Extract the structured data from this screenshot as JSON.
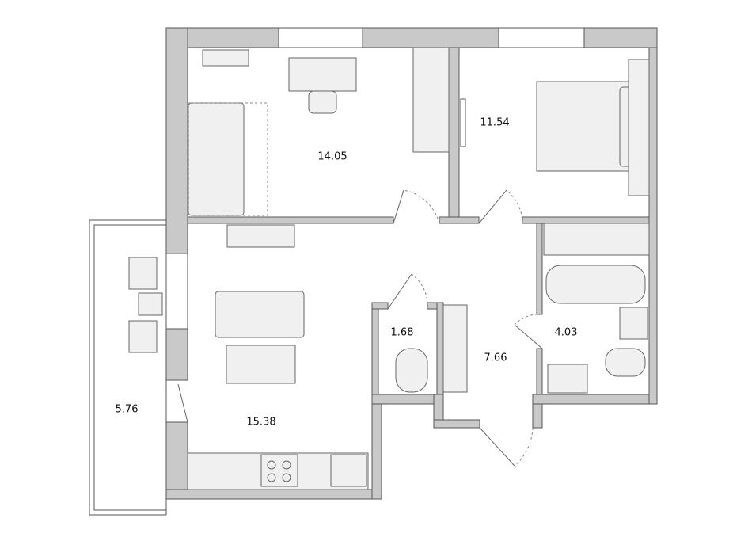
{
  "rooms": [
    {
      "name": "room-living",
      "area": "14.05"
    },
    {
      "name": "room-bedroom",
      "area": "11.54"
    },
    {
      "name": "room-kitchen-living",
      "area": "15.38"
    },
    {
      "name": "room-balcony",
      "area": "5.76"
    },
    {
      "name": "room-toilet",
      "area": "1.68"
    },
    {
      "name": "room-hallway",
      "area": "7.66"
    },
    {
      "name": "room-bathroom",
      "area": "4.03"
    }
  ],
  "colors": {
    "wall": "#c9c9c9",
    "outline": "#555555",
    "furniture": "#f0f0f0"
  }
}
